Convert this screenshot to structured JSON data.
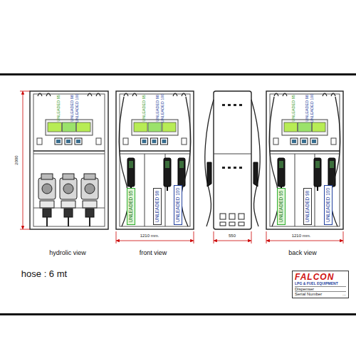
{
  "diagram": {
    "nodes": [
      {
        "text": [
          "UNLEADED 95"
        ]
      },
      {
        "text": [
          "UNLEADED 98"
        ]
      },
      {
        "text": [
          "UNLEADED 100"
        ]
      },
      {
        "text": [
          "UNLEADED 95"
        ]
      },
      {
        "text": [
          "UNLEADED 98"
        ]
      },
      {
        "text": [
          "UNLEADED 100"
        ]
      },
      {
        "text": [
          "FALCON",
          "LPG & FUEL EQUIPMENT",
          "Dispenser",
          "Serial Number",
          "..."
        ]
      }
    ],
    "labels": [
      "2000",
      "UNLEADED 95",
      "UNLEADED 98",
      "UNLEADED 100",
      "UNLEADED 95",
      "UNLEADED 98",
      "UNLEADED 100",
      "UNLEADED 95",
      "UNLEADED 98",
      "UNLEADED 100",
      "1210 mm.",
      "550",
      "1210 mm.",
      "hydrolic view",
      "front view",
      "back view",
      "hose : 6 mt"
    ]
  }
}
